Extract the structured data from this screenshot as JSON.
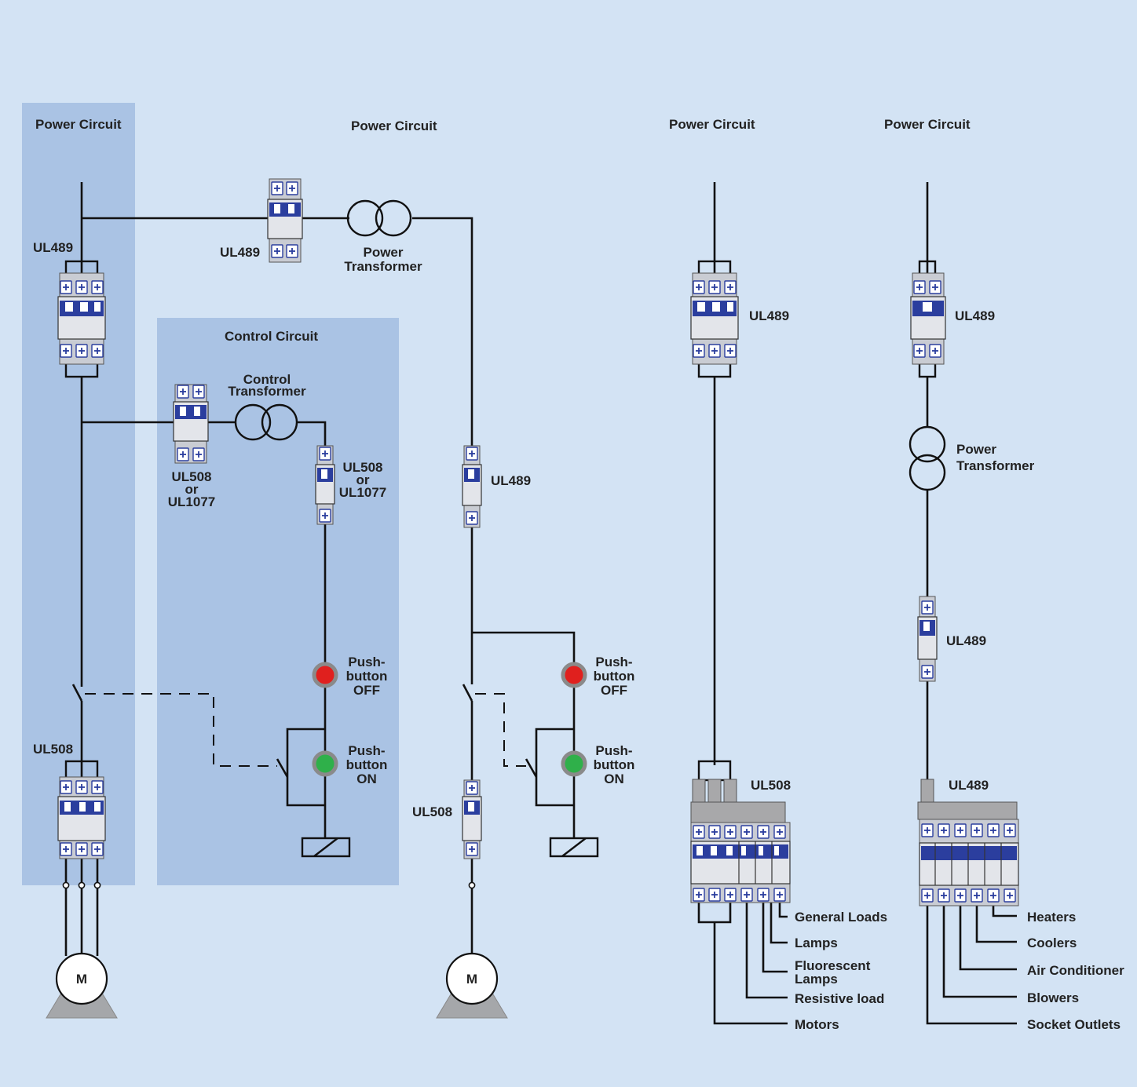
{
  "colors": {
    "background": "#d3e3f4",
    "panel": "#aac3e4",
    "breaker_blue": "#2b3e9e",
    "pushbutton_off": "#e0201e",
    "pushbutton_on": "#2fb04a",
    "pushbutton_ring": "#8a8a8a",
    "wire": "#111111"
  },
  "col1": {
    "title": "Power Circuit",
    "breaker_top": "UL489",
    "breaker_bottom": "UL508",
    "motor": "M"
  },
  "col2": {
    "title": "Power Circuit",
    "breaker_top": "UL489",
    "transformer": [
      "Power",
      "Transformer"
    ],
    "breaker_mid": "UL489",
    "breaker_bottom": "UL508",
    "pushbutton_off": [
      "Push-",
      "button",
      "OFF"
    ],
    "pushbutton_on": [
      "Push-",
      "button",
      "ON"
    ],
    "motor": "M"
  },
  "control": {
    "title": "Control Circuit",
    "transformer": [
      "Control",
      "Transformer"
    ],
    "breaker_left": [
      "UL508",
      "or",
      "UL1077"
    ],
    "breaker_right": [
      "UL508",
      "or",
      "UL1077"
    ],
    "pushbutton_off": [
      "Push-",
      "button",
      "OFF"
    ],
    "pushbutton_on": [
      "Push-",
      "button",
      "ON"
    ]
  },
  "col3": {
    "title": "Power Circuit",
    "breaker_top": "UL489",
    "breaker_bottom": "UL508",
    "loads": [
      "General Loads",
      "Lamps",
      "Fluorescent",
      "Lamps",
      "Resistive load",
      "Motors"
    ]
  },
  "col4": {
    "title": "Power Circuit",
    "breaker_top": "UL489",
    "transformer": [
      "Power",
      "Transformer"
    ],
    "breaker_mid": "UL489",
    "breaker_bottom": "UL489",
    "loads": [
      "Heaters",
      "Coolers",
      "Air Conditioner",
      "Blowers",
      "Socket Outlets"
    ]
  }
}
